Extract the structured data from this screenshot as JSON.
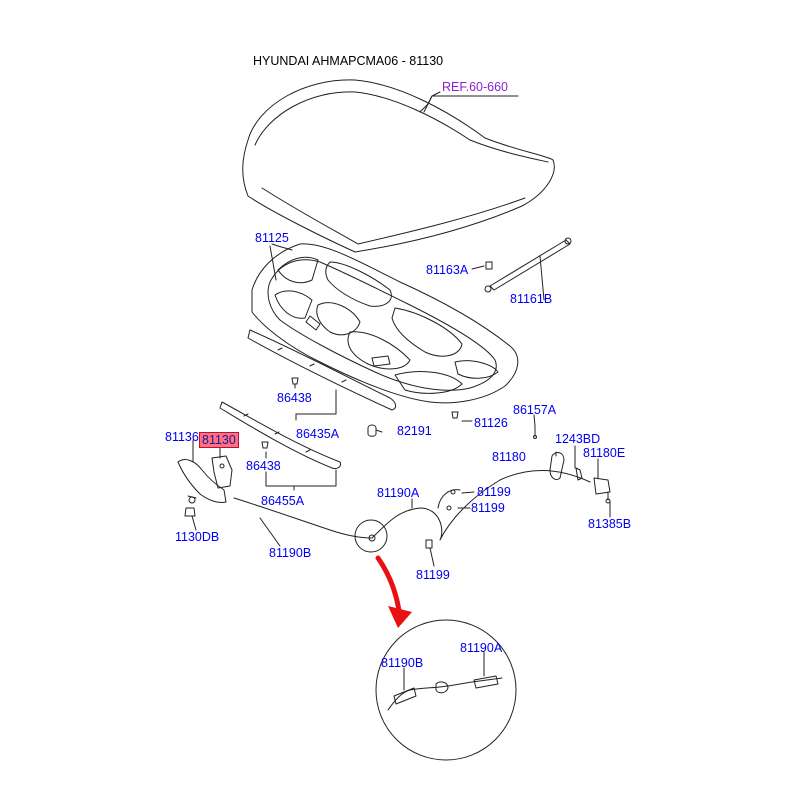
{
  "title": "HYUNDAI AHMAPCMA06 - 81130",
  "ref": "REF.60-660",
  "labels": {
    "p81125": "81125",
    "p81163A": "81163A",
    "p81161B": "81161B",
    "p86438_top": "86438",
    "p86435A": "86435A",
    "p82191": "82191",
    "p81126": "81126",
    "p86157A": "86157A",
    "p81136": "81136",
    "p81130": "81130",
    "p86438_bottom": "86438",
    "p1243BD": "1243BD",
    "p81180": "81180",
    "p81180E": "81180E",
    "p86455A": "86455A",
    "p81190A": "81190A",
    "p81199_1": "81199",
    "p81199_2": "81199",
    "p81199_3": "81199",
    "p81385B": "81385B",
    "p1130DB": "1130DB",
    "p81190B": "81190B",
    "detail_81190B": "81190B",
    "detail_81190A": "81190A"
  },
  "colors": {
    "label": "#0000ee",
    "ref": "#8b1fd0",
    "highlight": "#ff6f86",
    "callout": "#e81010",
    "line": "#222222"
  }
}
